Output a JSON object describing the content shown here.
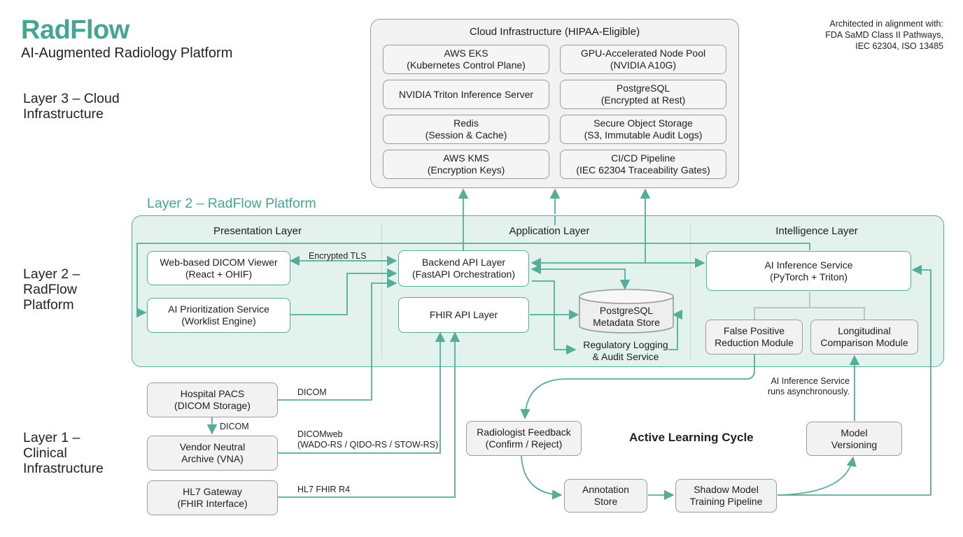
{
  "header": {
    "brand": "RadFlow",
    "tagline": "AI-Augmented Radiology Platform",
    "note_lines": [
      "Architected in alignment with:",
      "FDA SaMD Class II Pathways,",
      "IEC 62304, ISO 13485"
    ]
  },
  "layers": {
    "layer3": [
      "Layer 3 – Cloud",
      "Infrastructure"
    ],
    "layer2": [
      "Layer 2 –",
      "RadFlow",
      "Platform"
    ],
    "layer1": [
      "Layer 1 –",
      "Clinical",
      "Infrastructure"
    ]
  },
  "cloud": {
    "title": "Cloud Infrastructure (HIPAA-Eligible)",
    "aws_eks": [
      "AWS EKS",
      "(Kubernetes Control Plane)"
    ],
    "gpu_pool": [
      "GPU-Accelerated Node Pool",
      "(NVIDIA A10G)"
    ],
    "triton": [
      "NVIDIA Triton Inference Server"
    ],
    "postgres": [
      "PostgreSQL",
      "(Encrypted at Rest)"
    ],
    "redis": [
      "Redis",
      "(Session & Cache)"
    ],
    "object_storage": [
      "Secure Object Storage",
      "(S3, Immutable Audit Logs)"
    ],
    "kms": [
      "AWS KMS",
      "(Encryption Keys)"
    ],
    "cicd": [
      "CI/CD Pipeline",
      "(IEC 62304 Traceability Gates)"
    ]
  },
  "platform": {
    "title": "Layer 2 – RadFlow Platform",
    "presentation_layer": "Presentation Layer",
    "application_layer": "Application Layer",
    "intelligence_layer": "Intelligence Layer",
    "dicom_viewer": [
      "Web-based DICOM Viewer",
      "(React + OHIF)"
    ],
    "prioritization": [
      "AI Prioritization Service",
      "(Worklist Engine)"
    ],
    "backend_api": [
      "Backend API Layer",
      "(FastAPI Orchestration)"
    ],
    "fhir_api": [
      "FHIR API Layer"
    ],
    "metadata_store": [
      "PostgreSQL",
      "Metadata Store"
    ],
    "reg_logging": [
      "Regulatory Logging",
      "& Audit Service"
    ],
    "ai_inference": [
      "AI Inference Service",
      "(PyTorch + Triton)"
    ],
    "false_positive": [
      "False Positive",
      "Reduction Module"
    ],
    "longitudinal": [
      "Longitudinal",
      "Comparison Module"
    ],
    "encrypted_tls": "Encrypted TLS"
  },
  "clinical": {
    "pacs": [
      "Hospital PACS",
      "(DICOM Storage)"
    ],
    "vna": [
      "Vendor Neutral",
      "Archive (VNA)"
    ],
    "hl7": [
      "HL7 Gateway",
      "(FHIR Interface)"
    ],
    "label_dicom_pacs": "DICOM",
    "label_dicom_vna": "DICOM",
    "label_dicomweb": [
      "DICOMweb",
      "(WADO-RS / QIDO-RS / STOW-RS)"
    ],
    "label_hl7": "HL7 FHIR R4"
  },
  "learning": {
    "title": "Active Learning Cycle",
    "feedback": [
      "Radiologist Feedback",
      "(Confirm / Reject)"
    ],
    "annotation": [
      "Annotation",
      "Store"
    ],
    "shadow": [
      "Shadow Model",
      "Training Pipeline"
    ],
    "versioning": [
      "Model",
      "Versioning"
    ],
    "async_note": [
      "AI Inference Service",
      "runs asynchronously."
    ]
  },
  "colors": {
    "accent": "#46a591",
    "line": "#55ad98",
    "box_border": "#9b9b9b",
    "box_fill": "#f2f2f2",
    "panel_fill": "#e4f2ee"
  }
}
